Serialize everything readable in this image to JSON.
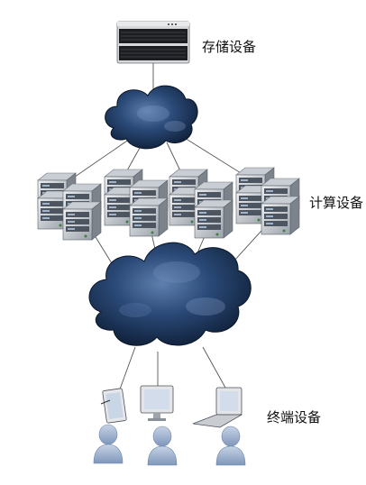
{
  "labels": {
    "storage": "存储设备",
    "compute": "计算设备",
    "terminal": "终端设备"
  },
  "colors": {
    "cloud_dark": "#0e1e36",
    "cloud_mid": "#2b4a78",
    "cloud_light": "#5f7fae",
    "server_body": "#d9dde2",
    "server_shadow": "#8c939b",
    "person": "#9fb4d0",
    "line": "#555555"
  },
  "icons": [
    "storage-array-icon",
    "cloud-icon",
    "server-rack-icon",
    "user-icon",
    "monitor-icon",
    "tablet-icon",
    "laptop-icon"
  ]
}
